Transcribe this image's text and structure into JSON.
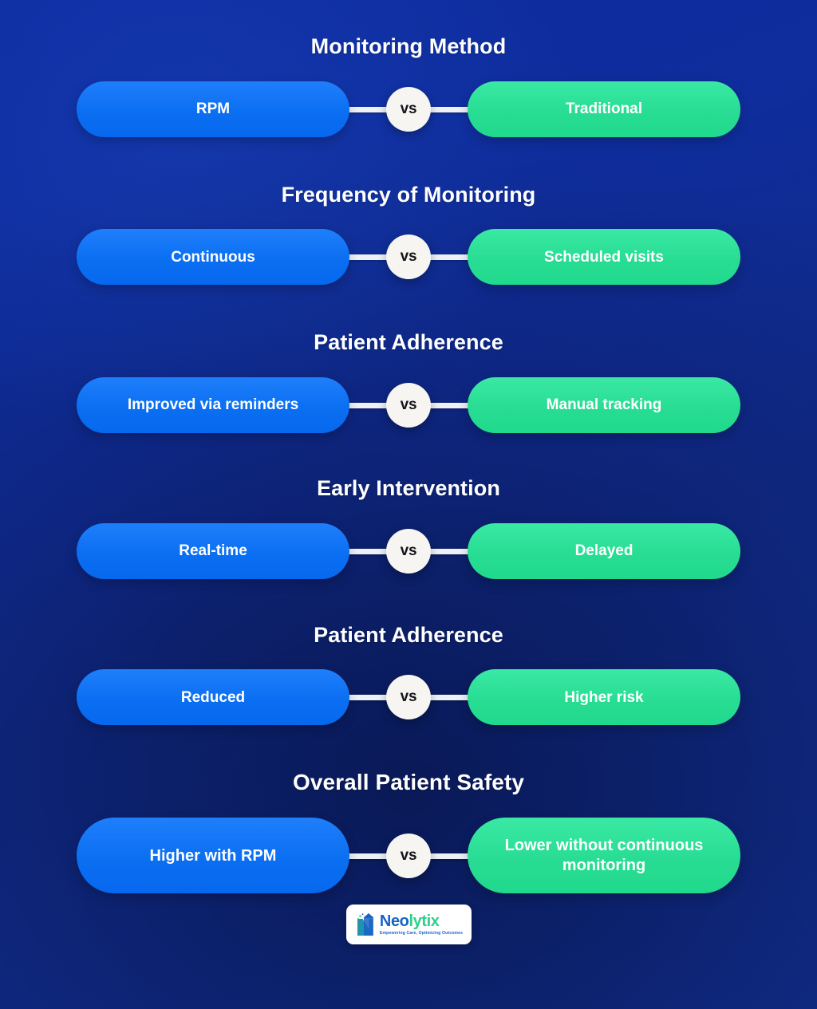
{
  "theme": {
    "background_top": "#0d2ba0",
    "background_bottom": "#12308f",
    "pill_left_color": "#0b6ff2",
    "pill_right_color": "#28dd93",
    "vs_circle_color": "#f6f5f2",
    "text_color": "#ffffff",
    "connector_color": "#eef1f6"
  },
  "comparisons": [
    {
      "title": "Monitoring Method",
      "left": "RPM",
      "divider": "vs",
      "right": "Traditional"
    },
    {
      "title": "Frequency of Monitoring",
      "left": "Continuous",
      "divider": "vs",
      "right": "Scheduled visits"
    },
    {
      "title": "Patient Adherence",
      "left": "Improved via reminders",
      "divider": "vs",
      "right": "Manual tracking"
    },
    {
      "title": "Early Intervention",
      "left": "Real-time",
      "divider": "vs",
      "right": "Delayed"
    },
    {
      "title": "Patient Adherence",
      "left": "Reduced",
      "divider": "vs",
      "right": "Higher risk"
    },
    {
      "title": "Overall Patient Safety",
      "left": "Higher with RPM",
      "divider": "vs",
      "right": "Lower without continuous monitoring"
    }
  ],
  "logo": {
    "icon_name": "neolytix-arrow-icon",
    "word_primary": "Neo",
    "word_secondary": "lytix",
    "tagline": "Empowering Care, Optimizing Outcomes",
    "primary_color": "#1763c8",
    "secondary_color": "#2ecf8b"
  }
}
